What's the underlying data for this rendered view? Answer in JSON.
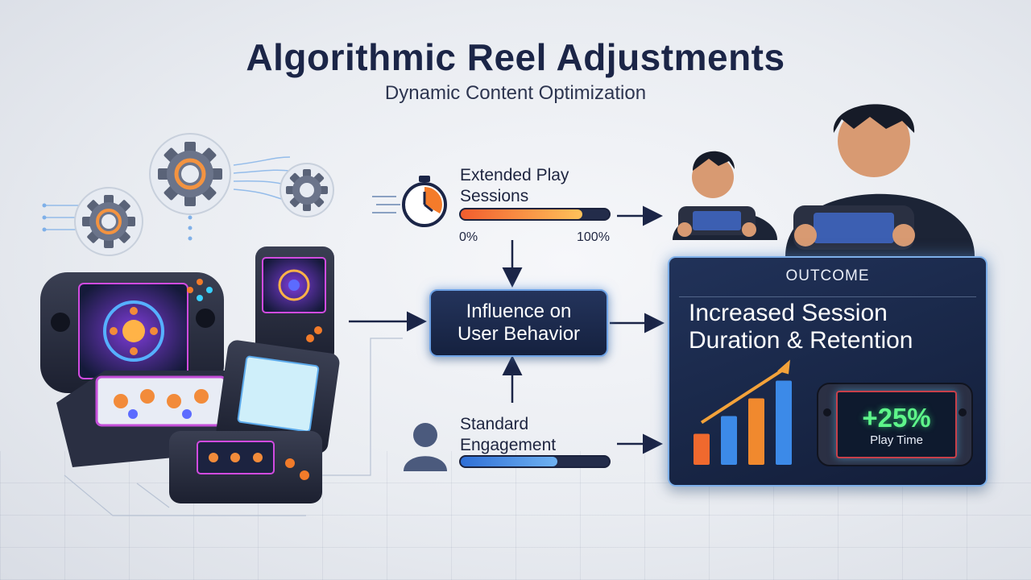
{
  "header": {
    "title": "Algorithmic Reel Adjustments",
    "subtitle": "Dynamic Content Optimization"
  },
  "flow": {
    "extended": {
      "label_line1": "Extended Play",
      "label_line2": "Sessions",
      "progress_fraction": 0.82,
      "min_label": "0%",
      "max_label": "100%"
    },
    "central": {
      "line1": "Influence on",
      "line2": "User Behavior"
    },
    "standard": {
      "label_line1": "Standard",
      "label_line2": "Engagement",
      "progress_fraction": 0.65
    }
  },
  "outcome": {
    "heading": "OUTCOME",
    "title_line1": "Increased Session",
    "title_line2": "Duration & Retention",
    "chart_bars": [
      0.35,
      0.55,
      0.75,
      0.95
    ],
    "screen_value": "+25%",
    "screen_caption": "Play Time"
  },
  "icons": {
    "gears": "gear-icon",
    "timer": "stopwatch-icon",
    "user": "user-icon",
    "arrows": "arrow-right-icon"
  },
  "colors": {
    "accent_orange": "#f47b2a",
    "accent_blue": "#3c7fe0",
    "accent_green": "#5ef58a",
    "navy": "#1b2547"
  }
}
